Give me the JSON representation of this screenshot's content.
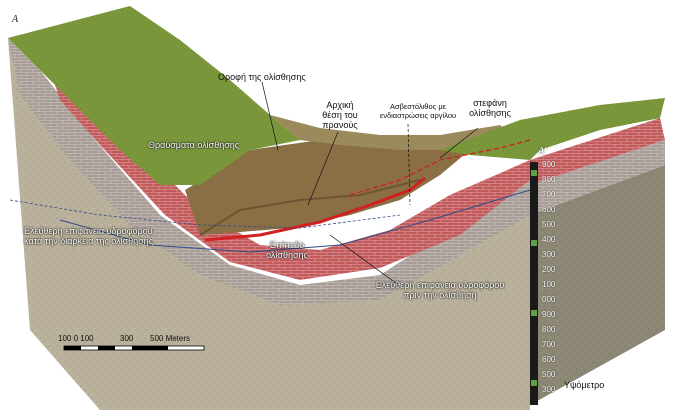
{
  "labels": {
    "corner_a": "A",
    "corner_a_prime": "A'",
    "roof": "Οροφή της ολίσθησης",
    "original_slope_1": "Αρχική",
    "original_slope_2": "θέση του",
    "original_slope_3": "πρανούς",
    "limestone_1": "Ασβεστόλιθος με",
    "limestone_2": "ενδιαστρώσεις αργίλου",
    "crown_1": "στεφάνη",
    "crown_2": "ολίσθησης",
    "debris": "Θραύσματα ολίσθησης",
    "groundwater_during_1": "Ελεύθερη επιφάνεια υδροφόρου",
    "groundwater_during_2": "κατά την διάρκεια της ολίσθησης",
    "slide_plane_1": "Επίπεδο",
    "slide_plane_2": "ολίσθησης",
    "groundwater_before_1": "Ελεύθερη επιφάνεια υδροφόρου",
    "groundwater_before_2": "πριν την ολίσθηση",
    "altimeter": "Υψόμετρο"
  },
  "scale_bar": {
    "labels": [
      "100 0 100",
      "300",
      "500 Meters"
    ]
  },
  "elevation_ticks": [
    "900",
    "800",
    "700",
    "600",
    "500",
    "400",
    "300",
    "200",
    "100",
    "000",
    "900",
    "800",
    "700",
    "600",
    "500",
    "300"
  ],
  "colors": {
    "grass": "#7d9a3c",
    "red_layer": "#c25a5c",
    "gray_layer": "#a89d96",
    "ground": "#b9b19b",
    "slide_mass": "#8a6e44",
    "slip_surface": "#d22020",
    "water_line": "#2f4c8a"
  }
}
